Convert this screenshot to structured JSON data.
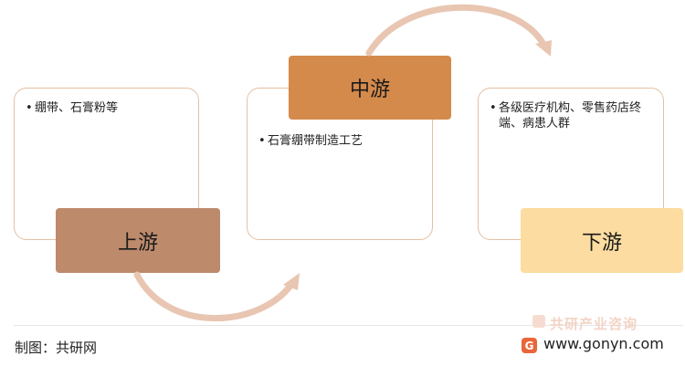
{
  "stages": {
    "upstream": {
      "label": "上游",
      "bullet": "绷带、石膏粉等"
    },
    "midstream": {
      "label": "中游",
      "bullet": "石膏绷带制造工艺"
    },
    "downstream": {
      "label": "下游",
      "bullet": "各级医疗机构、零售药店终端、病患人群"
    }
  },
  "colors": {
    "upstream_label": "#bd8a6c",
    "midstream_label": "#d48a4b",
    "downstream_label": "#fcdca0",
    "card_border": "#e5c0a2",
    "arrow": "#e8c6b2"
  },
  "footer": {
    "credit": "制图：共研网",
    "watermark": "共研产业咨询",
    "website": "www.gonyn.com"
  }
}
